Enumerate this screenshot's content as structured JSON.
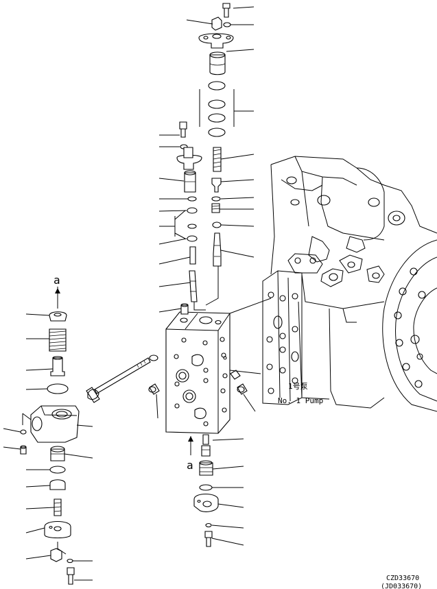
{
  "view_markers": {
    "top_left": "a",
    "bottom_center": "a"
  },
  "pump_label": {
    "japanese": "1号泵",
    "english": "No. 1 Pump"
  },
  "drawing_codes": {
    "primary": "CZD33670",
    "secondary": "(JD033670)"
  },
  "palette": {
    "ink": "#000000",
    "paper": "#ffffff"
  }
}
